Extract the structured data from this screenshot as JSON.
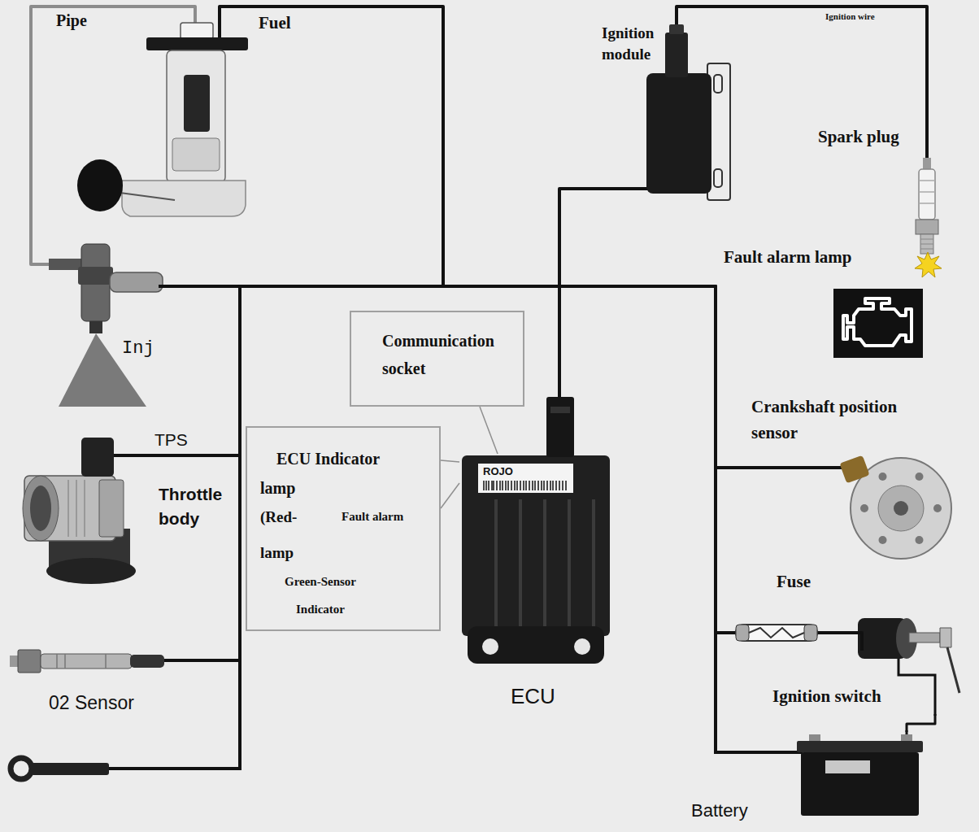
{
  "diagram": {
    "nodes": [
      {
        "text": [
          "Fuel"
        ]
      },
      {
        "text": [
          "Inj"
        ]
      },
      {
        "text": [
          "Ignition module"
        ]
      },
      {
        "text": [
          "Spark plug"
        ]
      },
      {
        "text": [
          "Fault alarm lamp"
        ]
      },
      {
        "text": [
          "Communication socket"
        ]
      },
      {
        "text": [
          "ECU Indicator lamp",
          "(Red- lamp",
          "Fault alarm",
          "Green-Sensor Indicator"
        ]
      },
      {
        "text": [
          "ECU"
        ]
      },
      {
        "text": [
          "TPS",
          "Throttle body"
        ]
      },
      {
        "text": [
          "02 Sensor"
        ]
      },
      {
        "text": [
          "Crankshaft position sensor"
        ]
      },
      {
        "text": [
          "Fuse"
        ]
      },
      {
        "text": [
          "Ignition switch"
        ]
      },
      {
        "text": [
          "Battery"
        ]
      }
    ],
    "edges": [
      {
        "from": 0,
        "to": 1,
        "label": "Pipe",
        "arrow": "none"
      },
      {
        "from": 2,
        "to": 3,
        "label": "Ignition wire",
        "arrow": "none"
      },
      {
        "from": 7,
        "to": 0,
        "arrow": "none"
      },
      {
        "from": 7,
        "to": 1,
        "arrow": "none"
      },
      {
        "from": 7,
        "to": 2,
        "arrow": "none"
      },
      {
        "from": 7,
        "to": 8,
        "arrow": "none"
      },
      {
        "from": 7,
        "to": 9,
        "arrow": "none"
      },
      {
        "from": 7,
        "to": 10,
        "arrow": "none"
      },
      {
        "from": 7,
        "to": 11,
        "arrow": "none"
      },
      {
        "from": 7,
        "to": 13,
        "arrow": "none"
      },
      {
        "from": 11,
        "to": 12,
        "arrow": "none"
      },
      {
        "from": 12,
        "to": 13,
        "arrow": "none"
      },
      {
        "from": 5,
        "to": 7,
        "arrow": "none"
      },
      {
        "from": 6,
        "to": 7,
        "arrow": "none"
      },
      {
        "from": 6,
        "to": 7,
        "arrow": "none"
      }
    ],
    "labels": [
      "ROJO"
    ]
  }
}
